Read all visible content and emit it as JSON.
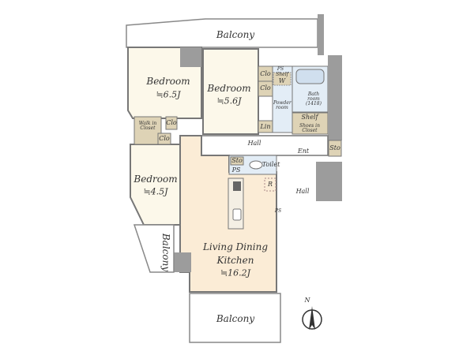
{
  "rooms": {
    "balcony_top": "Balcony",
    "bedroom1": {
      "name": "Bedroom",
      "area": "≒6.5J"
    },
    "bedroom2": {
      "name": "Bedroom",
      "area": "≒5.6J"
    },
    "bedroom3": {
      "name": "Bedroom",
      "area": "≒4.5J"
    },
    "ldk": {
      "line1": "Living Dining",
      "line2": "Kitchen",
      "area": "≒16.2J"
    },
    "balcony_left": "Balcony",
    "balcony_bottom": "Balcony",
    "hall_inner": "Hall",
    "hall_outer": "Hall",
    "entrance": "Ent",
    "toilet": "Toilet",
    "powder_room": "Powder room",
    "bath_room": "Bath room (1418)",
    "walk_in_closet": "Walk in Closet",
    "shoes_in_closet": "Shoes in Closet"
  },
  "storage": {
    "clo_a": "Clo",
    "clo_b": "Clo",
    "clo_c": "Clo",
    "clo_d": "Clo",
    "lin": "Lin",
    "shelf": "Shelf",
    "shelf_small": "Shelf",
    "w": "W",
    "sto_entrance": "Sto",
    "sto_toilet": "Sto",
    "ps_toilet": "PS",
    "ps_top": "PS",
    "ps_side": "PS",
    "r": "R"
  },
  "compass": {
    "label": "N"
  },
  "colors": {
    "wall": "#9c9c9c",
    "bedroom": "#fcf8ea",
    "ldk": "#fbecd6",
    "closet": "#ded3b6",
    "wet": "#e3edf6"
  }
}
